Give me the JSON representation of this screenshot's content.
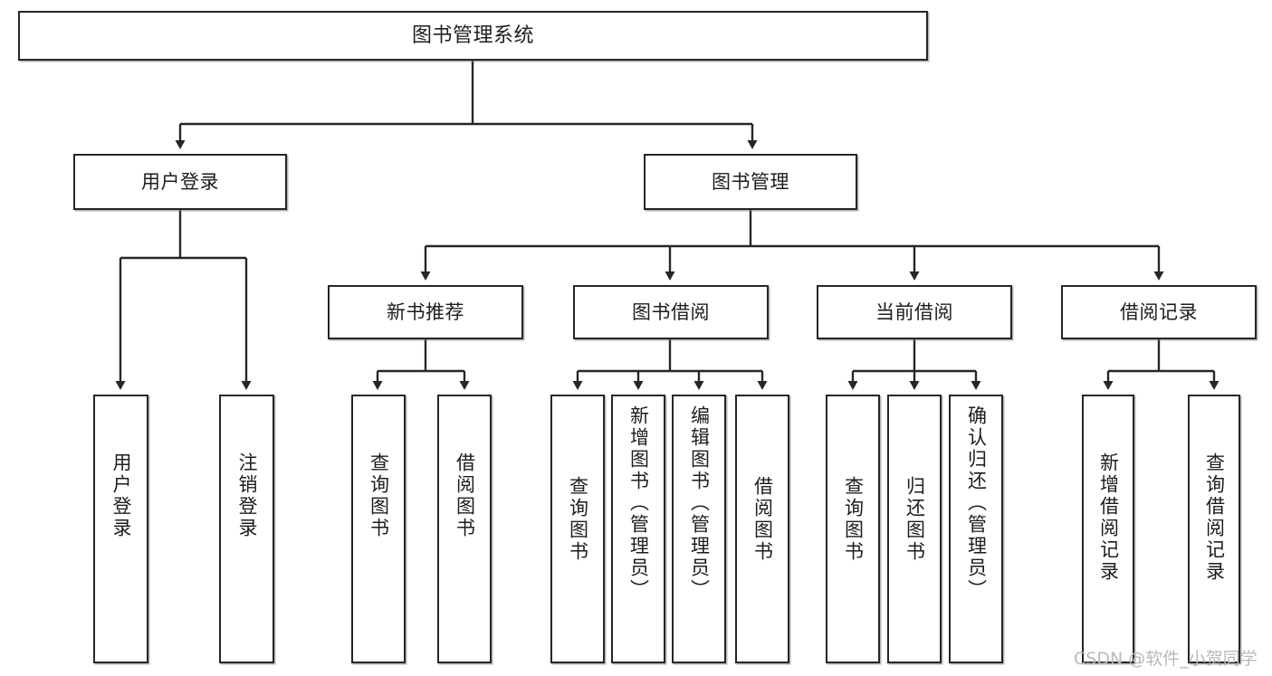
{
  "diagram": {
    "title": "图书管理系统",
    "watermark": "CSDN @软件_小贺同学",
    "line_color": "#262626",
    "box_fill": "#ffffff",
    "text_color": "#1d1d1d",
    "levels": {
      "root": "图书管理系统",
      "level2": [
        "用户登录",
        "图书管理"
      ],
      "level3": [
        "新书推荐",
        "图书借阅",
        "当前借阅",
        "借阅记录"
      ]
    },
    "nodes": {
      "root": "图书管理系统",
      "user_login": "用户登录",
      "book_manage": "图书管理",
      "new_book_rec": "新书推荐",
      "book_borrow": "图书借阅",
      "current_borrow": "当前借阅",
      "borrow_record": "借阅记录",
      "leaf_user_login": "用户登录",
      "leaf_logout": "注销登录",
      "leaf_query_book_1": "查询图书",
      "leaf_borrow_book_1": "借阅图书",
      "leaf_query_book_2": "查询图书",
      "leaf_add_book_admin": "新增图书（管理员）",
      "leaf_edit_book_admin": "编辑图书（管理员）",
      "leaf_borrow_book_2": "借阅图书",
      "leaf_query_book_3": "查询图书",
      "leaf_return_book": "归还图书",
      "leaf_confirm_return_admin": "确认归还（管理员）",
      "leaf_add_record": "新增借阅记录",
      "leaf_query_record": "查询借阅记录"
    },
    "tree": [
      {
        "label": "图书管理系统",
        "children": [
          {
            "label": "用户登录",
            "children": [
              {
                "label": "用户登录"
              },
              {
                "label": "注销登录"
              }
            ]
          },
          {
            "label": "图书管理",
            "children": [
              {
                "label": "新书推荐",
                "children": [
                  {
                    "label": "查询图书"
                  },
                  {
                    "label": "借阅图书"
                  }
                ]
              },
              {
                "label": "图书借阅",
                "children": [
                  {
                    "label": "查询图书"
                  },
                  {
                    "label": "新增图书（管理员）"
                  },
                  {
                    "label": "编辑图书（管理员）"
                  },
                  {
                    "label": "借阅图书"
                  }
                ]
              },
              {
                "label": "当前借阅",
                "children": [
                  {
                    "label": "查询图书"
                  },
                  {
                    "label": "归还图书"
                  },
                  {
                    "label": "确认归还（管理员）"
                  }
                ]
              },
              {
                "label": "借阅记录",
                "children": [
                  {
                    "label": "新增借阅记录"
                  },
                  {
                    "label": "查询借阅记录"
                  }
                ]
              }
            ]
          }
        ]
      }
    ]
  }
}
